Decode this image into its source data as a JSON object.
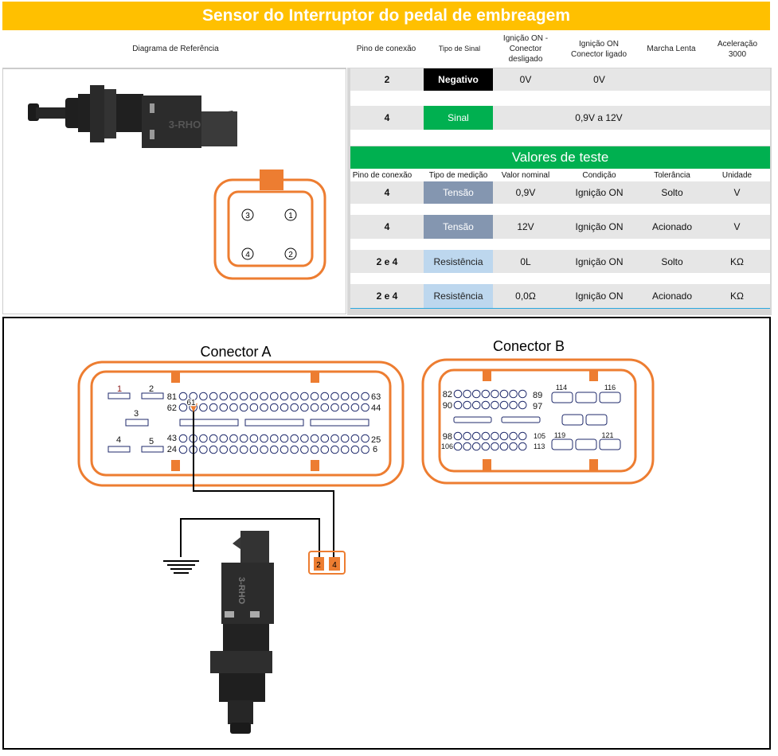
{
  "title": "Sensor do Interruptor do pedal de embreagem",
  "colors": {
    "title_bg": "#FFC000",
    "green": "#00B050",
    "negativo": "#000000",
    "tensao": "#8496B0",
    "resistencia": "#BDD7EE",
    "orange": "#ED7D31"
  },
  "header": {
    "reference": "Diagrama de Referência",
    "columns": [
      "Pino de conexão",
      "Tipo de Sinal",
      "Ignição ON - Conector desligado",
      "Ignição ON Conector ligado",
      "Marcha Lenta",
      "Aceleração 3000"
    ]
  },
  "signals": [
    {
      "pin": "2",
      "type": "Negativo",
      "off": "0V",
      "on": "0V",
      "idle": "",
      "accel": ""
    },
    {
      "pin": "4",
      "type": "Sinal",
      "off": "",
      "on": "0,9V a 12V",
      "idle": "",
      "accel": ""
    }
  ],
  "tests": {
    "title": "Valores de teste",
    "columns": [
      "Pino de conexão",
      "Tipo de medição",
      "Valor nominal",
      "Condição",
      "Tolerância",
      "Unidade"
    ],
    "rows": [
      {
        "pin": "4",
        "type": "Tensão",
        "nominal": "0,9V",
        "condition": "Ignição ON",
        "tolerance": "Solto",
        "unit": "V"
      },
      {
        "pin": "4",
        "type": "Tensão",
        "nominal": "12V",
        "condition": "Ignição ON",
        "tolerance": "Acionado",
        "unit": "V"
      },
      {
        "pin": "2 e 4",
        "type": "Resistência",
        "nominal": "0L",
        "condition": "Ignição ON",
        "tolerance": "Solto",
        "unit": "KΩ"
      },
      {
        "pin": "2 e 4",
        "type": "Resistência",
        "nominal": "0,0Ω",
        "condition": "Ignição ON",
        "tolerance": "Acionado",
        "unit": "KΩ"
      }
    ]
  },
  "sensor_connector_pins": [
    "3",
    "1",
    "4",
    "2"
  ],
  "sensor_logo": "3-RHO",
  "connector_a": {
    "title": "Conector A",
    "pins": [
      "1",
      "2",
      "3",
      "4",
      "5"
    ],
    "row_labels": [
      "81",
      "63",
      "62",
      "44",
      "43",
      "25",
      "24",
      "6"
    ],
    "highlight_pin": "61"
  },
  "connector_b": {
    "title": "Conector B",
    "row_labels": [
      "82",
      "89",
      "90",
      "97",
      "98",
      "105",
      "106",
      "113"
    ],
    "block_labels": [
      "114",
      "116",
      "119",
      "121"
    ]
  },
  "harness_pins": [
    "2",
    "4"
  ]
}
